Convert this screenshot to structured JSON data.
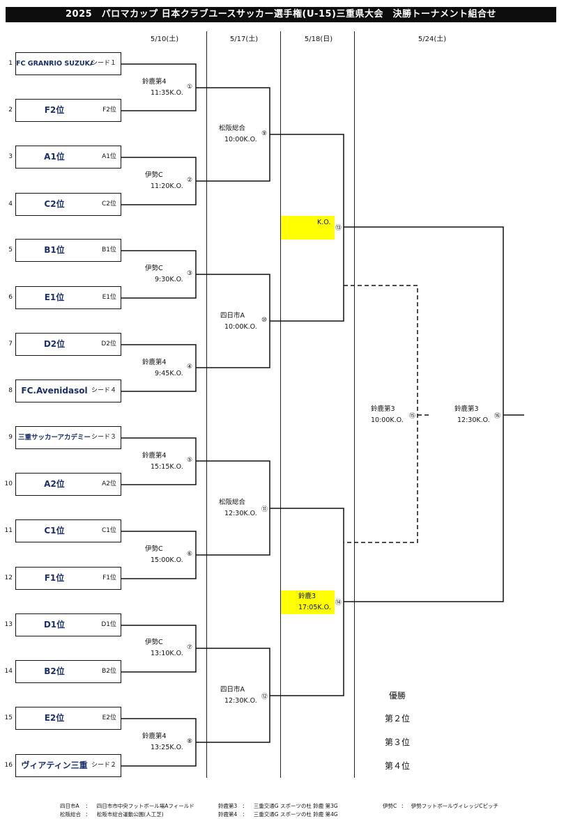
{
  "title": "2025　パロマカップ 日本クラブユースサッカー選手権(U-15)三重県大会　決勝トーナメント組合せ",
  "dates": [
    "5/10(土)",
    "5/17(土)",
    "5/18(日)",
    "5/24(土)"
  ],
  "teams": [
    {
      "no": "1",
      "name": "FC GRANRIO SUZUKA",
      "seed": "シード１"
    },
    {
      "no": "2",
      "name": "F2位",
      "seed": "F2位"
    },
    {
      "no": "3",
      "name": "A1位",
      "seed": "A1位"
    },
    {
      "no": "4",
      "name": "C2位",
      "seed": "C2位"
    },
    {
      "no": "5",
      "name": "B1位",
      "seed": "B1位"
    },
    {
      "no": "6",
      "name": "E1位",
      "seed": "E1位"
    },
    {
      "no": "7",
      "name": "D2位",
      "seed": "D2位"
    },
    {
      "no": "8",
      "name": "FC.Avenidasol",
      "seed": "シード４"
    },
    {
      "no": "9",
      "name": "三重サッカーアカデミー",
      "seed": "シード３"
    },
    {
      "no": "10",
      "name": "A2位",
      "seed": "A2位"
    },
    {
      "no": "11",
      "name": "C1位",
      "seed": "C1位"
    },
    {
      "no": "12",
      "name": "F1位",
      "seed": "F1位"
    },
    {
      "no": "13",
      "name": "D1位",
      "seed": "D1位"
    },
    {
      "no": "14",
      "name": "B2位",
      "seed": "B2位"
    },
    {
      "no": "15",
      "name": "E2位",
      "seed": "E2位"
    },
    {
      "no": "16",
      "name": "ヴィアティン三重",
      "seed": "シード２"
    }
  ],
  "round1": [
    {
      "venue": "鈴鹿第4",
      "time": "11:35K.O.",
      "no": "①"
    },
    {
      "venue": "伊勢C",
      "time": "11:20K.O.",
      "no": "②"
    },
    {
      "venue": "伊勢C",
      "time": "9:30K.O.",
      "no": "③"
    },
    {
      "venue": "鈴鹿第4",
      "time": "9:45K.O.",
      "no": "④"
    },
    {
      "venue": "鈴鹿第4",
      "time": "15:15K.O.",
      "no": "⑤"
    },
    {
      "venue": "伊勢C",
      "time": "15:00K.O.",
      "no": "⑥"
    },
    {
      "venue": "伊勢C",
      "time": "13:10K.O.",
      "no": "⑦"
    },
    {
      "venue": "鈴鹿第4",
      "time": "13:25K.O.",
      "no": "⑧"
    }
  ],
  "round2": [
    {
      "venue": "松阪総合",
      "time": "10:00K.O.",
      "no": "⑨"
    },
    {
      "venue": "四日市A",
      "time": "10:00K.O.",
      "no": "⑩"
    },
    {
      "venue": "松阪総合",
      "time": "12:30K.O.",
      "no": "⑪"
    },
    {
      "venue": "四日市A",
      "time": "12:30K.O.",
      "no": "⑫"
    }
  ],
  "semis": [
    {
      "venue": "",
      "time": "K.O.",
      "no": "⑬"
    },
    {
      "venue": "鈴鹿3",
      "time": "17:05K.O.",
      "no": "⑭"
    }
  ],
  "third_place": {
    "venue": "鈴鹿第3",
    "time": "10:00K.O.",
    "no": "⑮"
  },
  "final": {
    "venue": "鈴鹿第3",
    "time": "12:30K.O.",
    "no": "⑯"
  },
  "results": [
    "優勝",
    "第２位",
    "第３位",
    "第４位"
  ],
  "legend": [
    {
      "abbr": "四日市A",
      "sep": "：",
      "desc": "四日市市中央フットボール場Aフィールド"
    },
    {
      "abbr": "松阪総合",
      "sep": "：",
      "desc": "松阪市総合運動公園(人工芝)"
    },
    {
      "abbr": "鈴鹿第3",
      "sep": "：",
      "desc": "三重交通G スポーツの杜 鈴鹿 第3G"
    },
    {
      "abbr": "鈴鹿第4",
      "sep": "：",
      "desc": "三重交通G スポーツの杜 鈴鹿 第4G"
    },
    {
      "abbr": "伊勢C",
      "sep": "：",
      "desc": "伊勢フットボールヴィレッジCピッチ"
    }
  ],
  "colors": {
    "highlight": "#ffff00",
    "team_text": "#1a2f6b",
    "title_bg": "#0d0d0d"
  }
}
